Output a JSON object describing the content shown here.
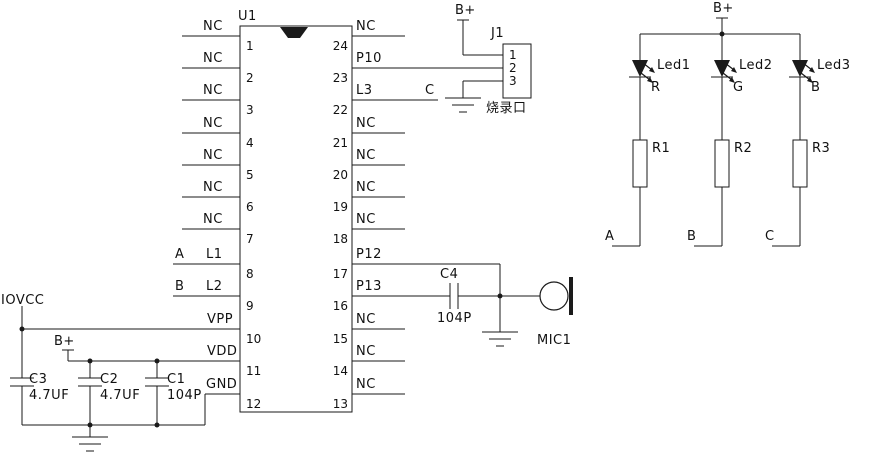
{
  "chip": {
    "ref": "U1",
    "left_pins": [
      {
        "num": "1",
        "label": "NC"
      },
      {
        "num": "2",
        "label": "NC"
      },
      {
        "num": "3",
        "label": "NC"
      },
      {
        "num": "4",
        "label": "NC"
      },
      {
        "num": "5",
        "label": "NC"
      },
      {
        "num": "6",
        "label": "NC"
      },
      {
        "num": "7",
        "label": "NC"
      },
      {
        "num": "8",
        "label": "L1",
        "net": "A"
      },
      {
        "num": "9",
        "label": "L2",
        "net": "B"
      },
      {
        "num": "10",
        "label": "VPP"
      },
      {
        "num": "11",
        "label": "VDD"
      },
      {
        "num": "12",
        "label": "GND"
      }
    ],
    "right_pins": [
      {
        "num": "24",
        "label": "NC"
      },
      {
        "num": "23",
        "label": "P10"
      },
      {
        "num": "22",
        "label": "L3",
        "net": "C"
      },
      {
        "num": "21",
        "label": "NC"
      },
      {
        "num": "20",
        "label": "NC"
      },
      {
        "num": "19",
        "label": "NC"
      },
      {
        "num": "18",
        "label": "NC"
      },
      {
        "num": "17",
        "label": "P12"
      },
      {
        "num": "16",
        "label": "P13"
      },
      {
        "num": "15",
        "label": "NC"
      },
      {
        "num": "14",
        "label": "NC"
      },
      {
        "num": "13",
        "label": "NC"
      }
    ]
  },
  "programming_header": {
    "ref": "J1",
    "power_label": "B+",
    "pins": [
      "1",
      "2",
      "3"
    ],
    "caption": "烧录口"
  },
  "mic_circuit": {
    "cap_ref": "C4",
    "cap_value": "104P",
    "mic_ref": "MIC1"
  },
  "power_section": {
    "iovcc_label": "IOVCC",
    "b_plus_label": "B+",
    "caps": [
      {
        "ref": "C3",
        "value": "4.7UF"
      },
      {
        "ref": "C2",
        "value": "4.7UF"
      },
      {
        "ref": "C1",
        "value": "104P"
      }
    ]
  },
  "led_section": {
    "power_label": "B+",
    "branches": [
      {
        "led": "Led1",
        "color": "R",
        "resistor": "R1",
        "net": "A"
      },
      {
        "led": "Led2",
        "color": "G",
        "resistor": "R2",
        "net": "B"
      },
      {
        "led": "Led3",
        "color": "B",
        "resistor": "R3",
        "net": "C"
      }
    ]
  },
  "colors": {
    "line": "#1a1a1a",
    "background": "#ffffff"
  }
}
